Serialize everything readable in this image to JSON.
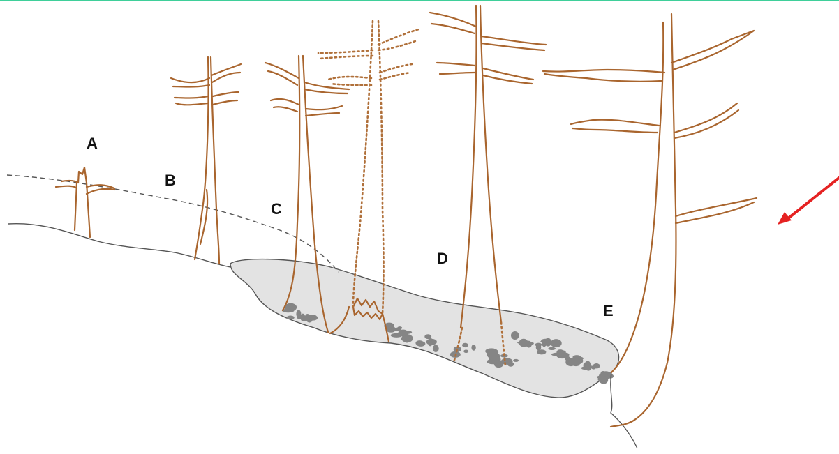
{
  "labels": {
    "a": "A",
    "b": "B",
    "c": "C",
    "d": "D",
    "e": "E"
  },
  "colors": {
    "trunk": "#a9652e",
    "deposit": "#e3e3e3",
    "stones": "#858585",
    "ground_line": "#555555",
    "arrow": "#e52222",
    "top_rule": "#3fcf9a"
  },
  "icons": {
    "pointer": "red-arrow-icon"
  }
}
